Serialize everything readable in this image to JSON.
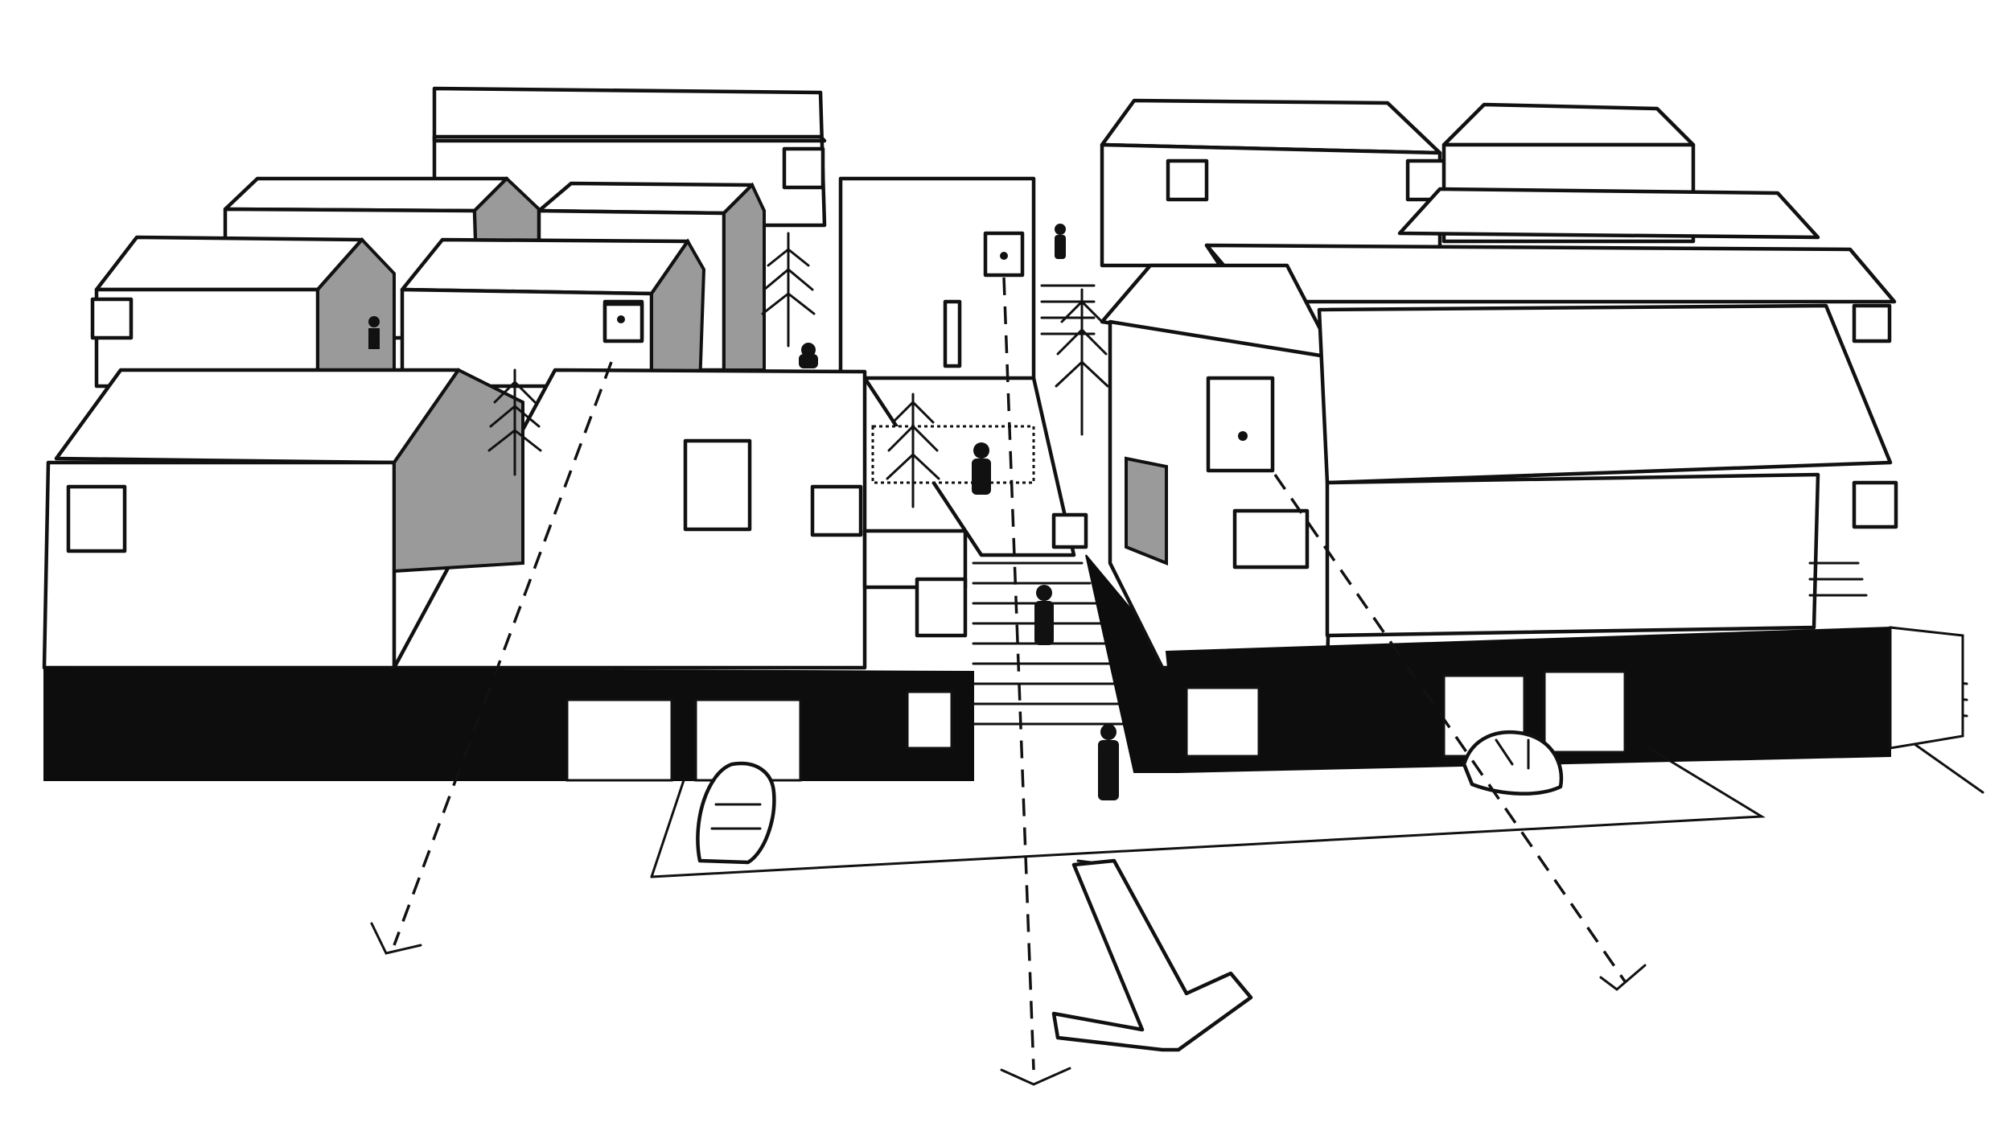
{
  "image": {
    "kind": "architectural axonometric sketch",
    "palette": {
      "ink": "#111111",
      "paper": "#ffffff",
      "shade": "#9a9a9a",
      "ground_band": "#0d0d0d"
    }
  },
  "annotations": {
    "view_arrows": 3,
    "circulation_arrow": 1
  }
}
